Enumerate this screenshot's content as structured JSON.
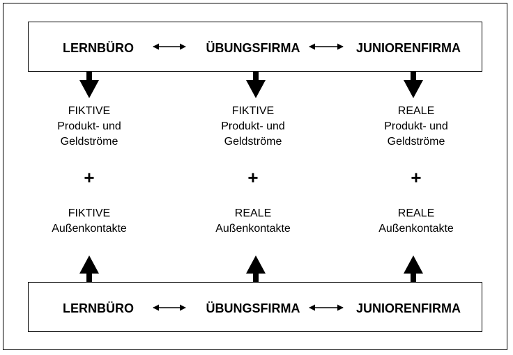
{
  "top_row": {
    "lernbuero": "LERNBÜRO",
    "uebungsfirma": "ÜBUNGSFIRMA",
    "juniorenfirma": "JUNIORENFIRMA"
  },
  "bottom_row": {
    "lernbuero": "LERNBÜRO",
    "uebungsfirma": "ÜBUNGSFIRMA",
    "juniorenfirma": "JUNIORENFIRMA"
  },
  "columns": [
    {
      "flow_qualifier": "FIKTIVE",
      "flow_line1": "Produkt- und",
      "flow_line2": "Geldströme",
      "plus": "+",
      "contact_qualifier": "FIKTIVE",
      "contact_label": "Außenkontakte"
    },
    {
      "flow_qualifier": "FIKTIVE",
      "flow_line1": "Produkt- und",
      "flow_line2": "Geldströme",
      "plus": "+",
      "contact_qualifier": "REALE",
      "contact_label": "Außenkontakte"
    },
    {
      "flow_qualifier": "REALE",
      "flow_line1": "Produkt- und",
      "flow_line2": "Geldströme",
      "plus": "+",
      "contact_qualifier": "REALE",
      "contact_label": "Außenkontakte"
    }
  ]
}
